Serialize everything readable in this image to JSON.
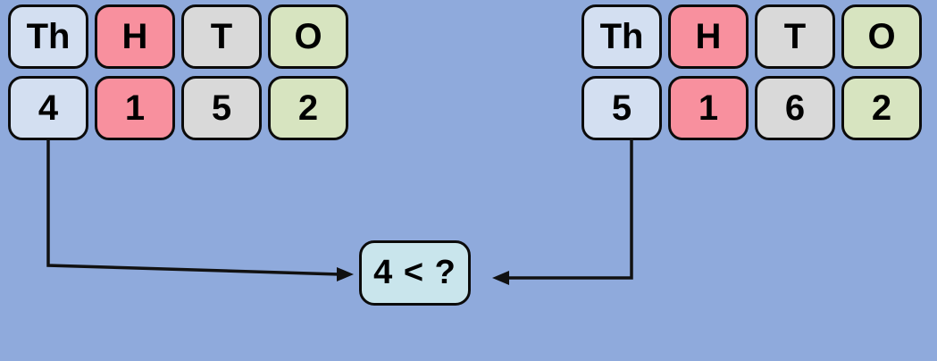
{
  "colors": {
    "background": "#8FAADC",
    "box-blue": "#D3DFF1",
    "box-pink": "#F8909E",
    "box-gray": "#D9D9D9",
    "box-green": "#D7E4C0",
    "box-cyan": "#C9E5EC",
    "line": "#111111"
  },
  "left_group": {
    "headers": [
      "Th",
      "H",
      "T",
      "O"
    ],
    "digits": [
      "4",
      "1",
      "5",
      "2"
    ]
  },
  "right_group": {
    "headers": [
      "Th",
      "H",
      "T",
      "O"
    ],
    "digits": [
      "5",
      "1",
      "6",
      "2"
    ]
  },
  "comparison": {
    "text": "4 < ?"
  }
}
